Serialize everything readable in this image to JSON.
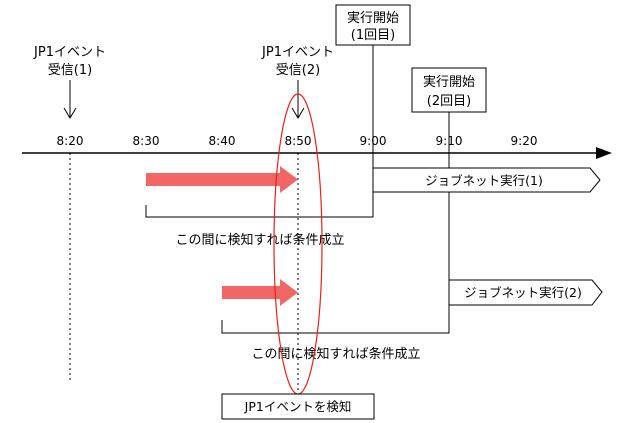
{
  "timeline": {
    "ticks": [
      "8:20",
      "8:30",
      "8:40",
      "8:50",
      "9:00",
      "9:10",
      "9:20"
    ]
  },
  "events": {
    "event1": {
      "line1": "JP1イベント",
      "line2": "受信(1)"
    },
    "event2": {
      "line1": "JP1イベント",
      "line2": "受信(2)"
    }
  },
  "starts": {
    "start1": {
      "line1": "実行開始",
      "line2": "(1回目)"
    },
    "start2": {
      "line1": "実行開始",
      "line2": "(2回目)"
    }
  },
  "jobnets": {
    "run1": "ジョブネット実行(1)",
    "run2": "ジョブネット実行(2)"
  },
  "windows": {
    "window1": "この間に検知すれば条件成立",
    "window2": "この間に検知すれば条件成立"
  },
  "detect_label": "JP1イベントを検知",
  "colors": {
    "highlight_arrow": "#f26666",
    "detect_ellipse": "#e0241c",
    "line": "#000000"
  }
}
